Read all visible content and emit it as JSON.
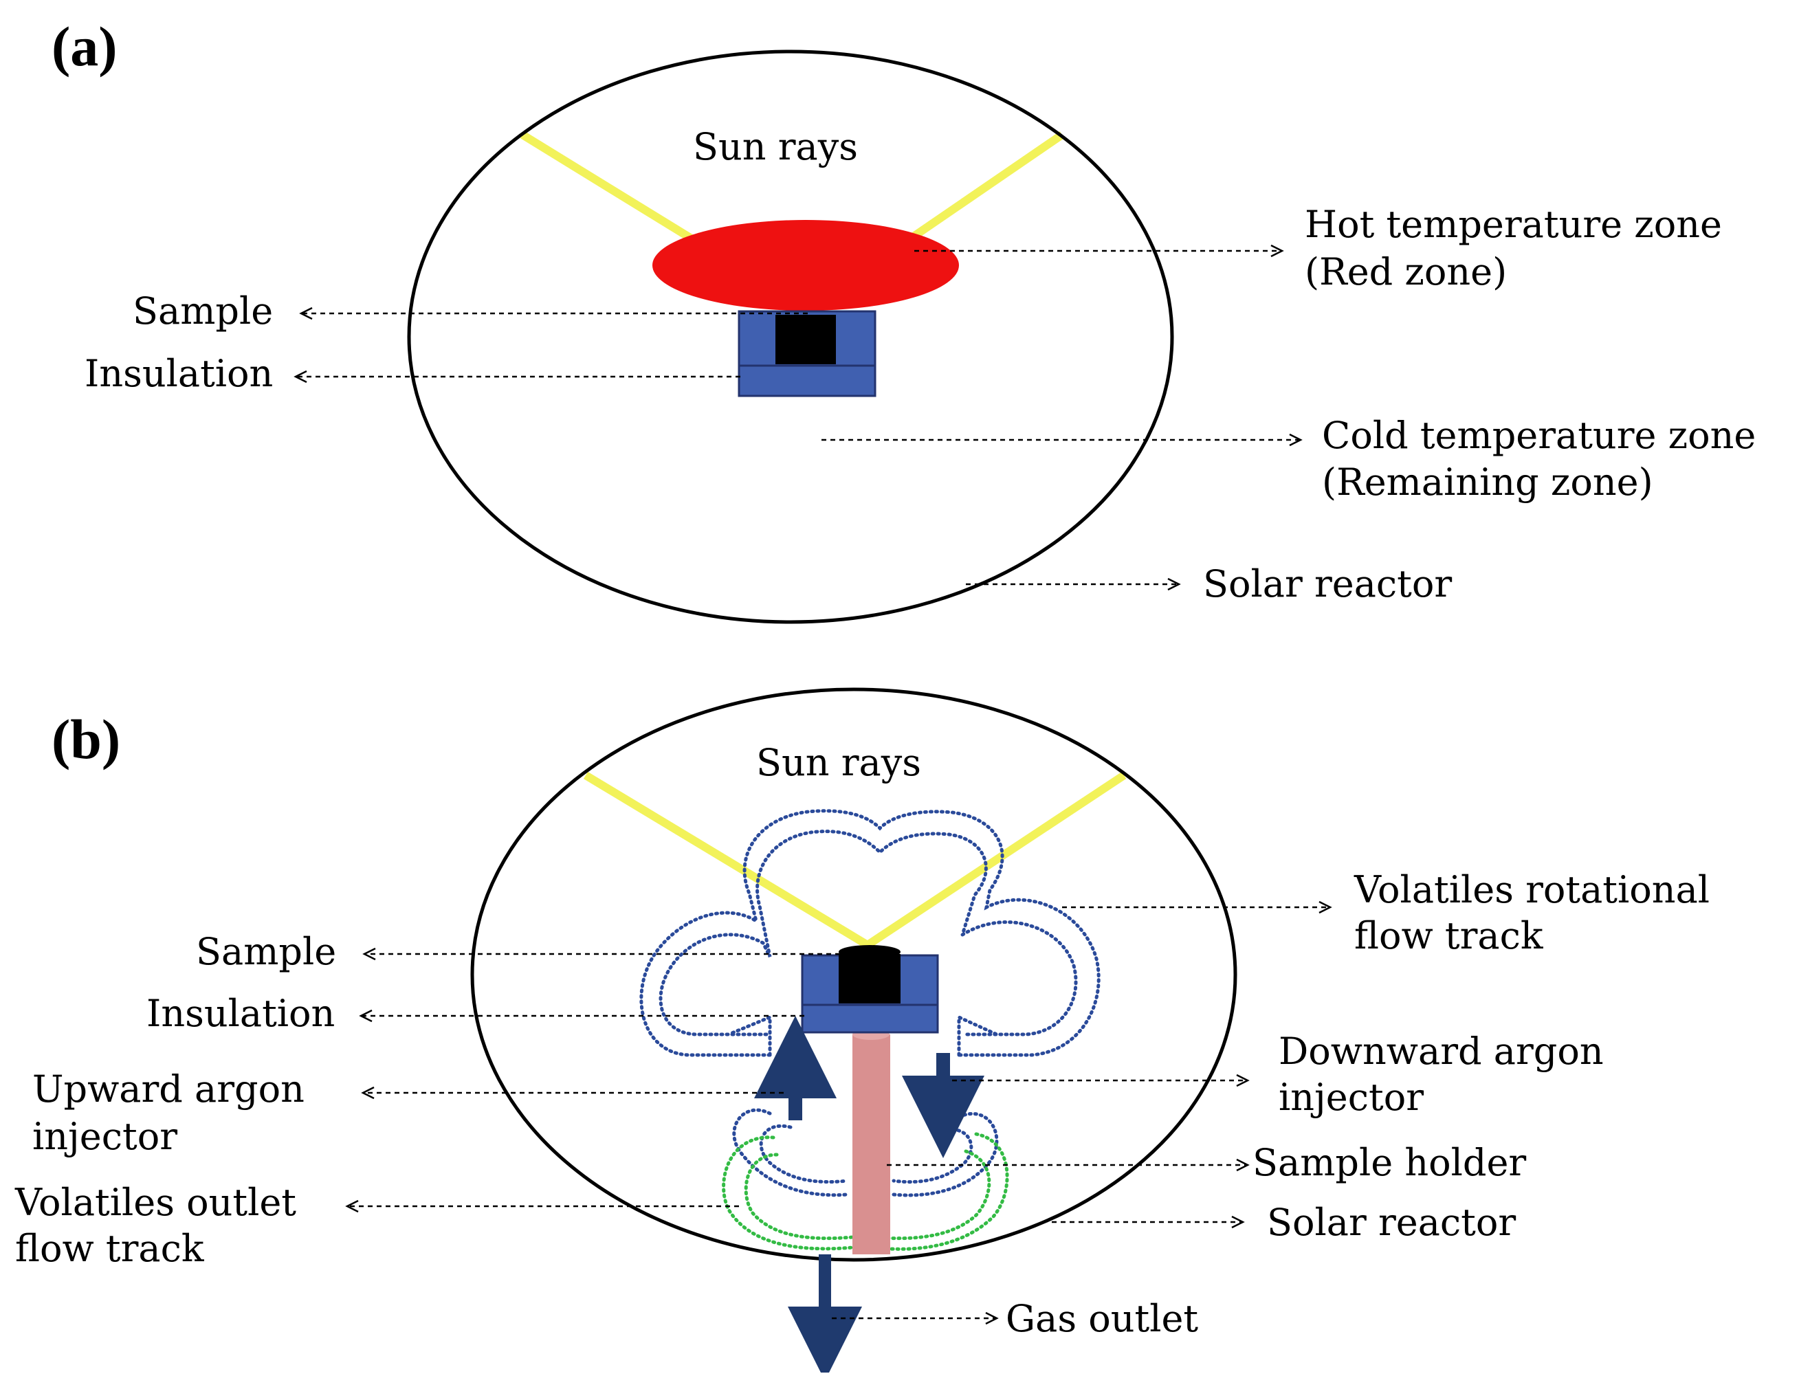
{
  "panel_a": {
    "label": "(a)",
    "sun_rays": "Sun rays",
    "sample": "Sample",
    "insulation": "Insulation",
    "hot_zone_line1": "Hot temperature zone",
    "hot_zone_line2": "(Red zone)",
    "cold_zone_line1": "Cold temperature zone",
    "cold_zone_line2": "(Remaining zone)",
    "solar_reactor": "Solar reactor"
  },
  "panel_b": {
    "label": "(b)",
    "sun_rays": "Sun rays",
    "sample": "Sample",
    "insulation": "Insulation",
    "rotational_line1": "Volatiles rotational",
    "rotational_line2": "flow track",
    "downward_line1": "Downward argon",
    "downward_line2": "injector",
    "upward_line1": "Upward argon",
    "upward_line2": "injector",
    "sample_holder": "Sample holder",
    "outlet_track_line1": "Volatiles outlet",
    "outlet_track_line2": "flow track",
    "solar_reactor": "Solar reactor",
    "gas_outlet": "Gas outlet"
  },
  "colors": {
    "sun_ray": "#f2f25a",
    "hot_zone": "#ee1111",
    "insulation": "#4060b0",
    "insulation_stroke": "#23336e",
    "sample": "#000000",
    "sample_holder": "#d99090",
    "injector_arrow": "#1f3a6e",
    "rotational_flow": "#2a4a9a",
    "outlet_flow": "#33bb44"
  }
}
